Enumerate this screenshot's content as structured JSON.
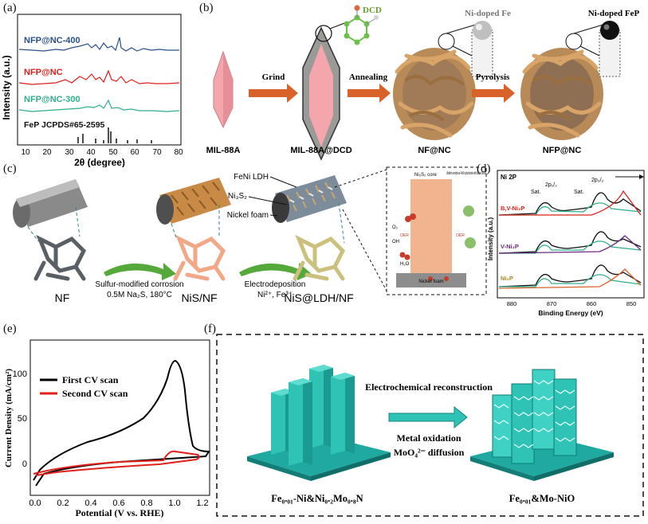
{
  "panels": {
    "a": "(a)",
    "b": "(b)",
    "c": "(c)",
    "d": "(d)",
    "e": "(e)",
    "f": "(f)"
  },
  "panel_a": {
    "ylabel": "Intensity (a.u.)",
    "xlabel": "2θ (degree)",
    "xticks": [
      "10",
      "20",
      "30",
      "40",
      "50",
      "60",
      "70",
      "80"
    ],
    "traces": [
      {
        "label": "NFP@NC-400",
        "color": "#2b4f8a"
      },
      {
        "label": "NFP@NC",
        "color": "#e0201b"
      },
      {
        "label": "NFP@NC-300",
        "color": "#2fae8e"
      },
      {
        "label": "FeP JCPDS#65-2595",
        "color": "#111111"
      }
    ]
  },
  "panel_b": {
    "dcd": "DCD",
    "ni_doped_fe": "Ni-doped Fe",
    "ni_doped_fep": "Ni-doped FeP",
    "step1": "Grind",
    "step2": "Annealing",
    "step3": "Pyrolysis",
    "labels": [
      "MIL-88A",
      "MIL-88A@DCD",
      "NF@NC",
      "NFP@NC"
    ]
  },
  "panel_c": {
    "feni_ldh": "FeNi LDH",
    "ni3s2": "Ni₃S₂",
    "nickel_foam": "Nickel foam",
    "step1_title": "Sulfur-modified corrosion",
    "step1_cond": "0.5M Na₂S, 180°C",
    "step2_title": "Electrodeposition",
    "step2_cond": "Ni²⁺, Fe³⁺",
    "labels": [
      "NF",
      "NiS/NF",
      "NiS@LDH/NF"
    ],
    "inset_core": "Ni₃S₂ core",
    "inset_shell": "Ultrathin amorphous FeNi oxyhydroxide with sulfate anions",
    "inset_o2": "O₂",
    "inset_oh": "OH",
    "inset_oer": "OER",
    "inset_h2o": "H₂O",
    "inset_foam": "Nickel foam"
  },
  "panel_d": {
    "title": "Ni 2P",
    "ylabel": "Intensity (a.u.)",
    "xlabel": "Binding Energy (eV)",
    "xticks": [
      "880",
      "870",
      "860",
      "850"
    ],
    "sat": "Sat.",
    "p12": "2p₁/₂",
    "p32": "2p₃/₂",
    "samples": [
      {
        "label": "B,V-Ni₂P",
        "color": "#e0201b"
      },
      {
        "label": "V-Ni₂P",
        "color": "#6a2b80"
      },
      {
        "label": "Ni₂P",
        "color": "#a58a1a"
      }
    ]
  },
  "panel_e": {
    "ylabel": "Current Density (mA/cm²)",
    "xlabel": "Potential (V vs. RHE)",
    "xticks": [
      "0.0",
      "0.2",
      "0.4",
      "0.6",
      "0.8",
      "1.0",
      "1.2"
    ],
    "yticks": [
      "0",
      "50",
      "100"
    ],
    "legend": [
      {
        "label": "First CV scan",
        "color": "#000000"
      },
      {
        "label": "Second CV scan",
        "color": "#e0201b"
      }
    ]
  },
  "panel_f": {
    "step_title": "Electrochemical reconstruction",
    "step_sub1": "Metal oxidation",
    "step_sub2": "MoO₄²⁻ diffusion",
    "left_label": "Fe₀.₀₁-Ni&Ni₀.₂Mo₀.₈N",
    "right_label": "Fe₀.₀₁&Mo-NiO"
  },
  "colors": {
    "teal": "#1fa9a0",
    "arrow": "#d9622b",
    "green_arrow": "#55a83a"
  }
}
